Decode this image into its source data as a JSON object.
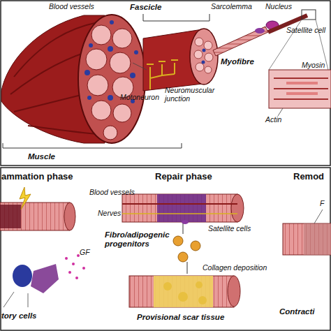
{
  "diagram": {
    "labels": [
      "Blood vessels",
      "Fascicle",
      "Sarcolemma",
      "Nucleus",
      "Satellite cell",
      "Motoneuron",
      "Neuromuscular junction",
      "Myofibre",
      "Myosin",
      "Actin",
      "Muscle",
      "ammation phase",
      "Repair phase",
      "Remod",
      "Blood vessels",
      "Nerves",
      "Satellite cells",
      "Fibro/adipogenic progenitors",
      "Collagen deposition",
      "Provisional scar tissue",
      "GF",
      "tory cells",
      "Contracti",
      "F"
    ]
  }
}
